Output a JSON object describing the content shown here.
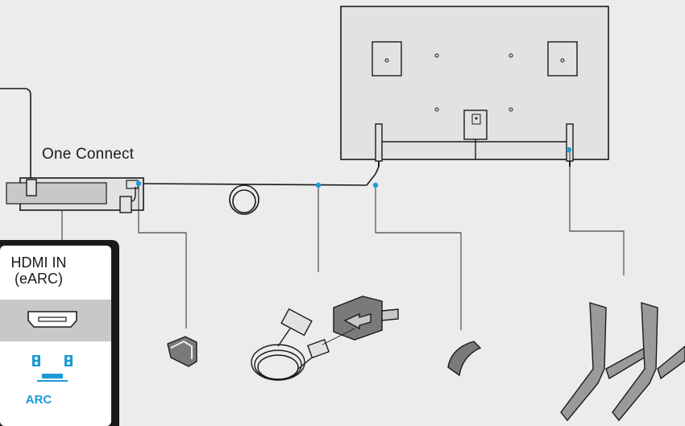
{
  "one_connect_label": "One Connect",
  "panel": {
    "hdmi_line1": "HDMI IN",
    "hdmi_line2": "(eARC)",
    "arc_label": "ARC"
  },
  "colors": {
    "background": "#ececed",
    "line": "#1a1a1a",
    "dot": "#1d9ad6",
    "panel_band": "#c8c8ca",
    "tv_fill": "#e2e2e4",
    "part_fill": "#7a7a7c"
  },
  "icons": [
    "one-connect-box-icon",
    "tv-back-icon",
    "cable-clip-icon",
    "one-connect-cable-icon",
    "adapter-icon",
    "cable-guide-icon",
    "stand-icon",
    "hdmi-port-icon",
    "arc-speaker-icon"
  ]
}
